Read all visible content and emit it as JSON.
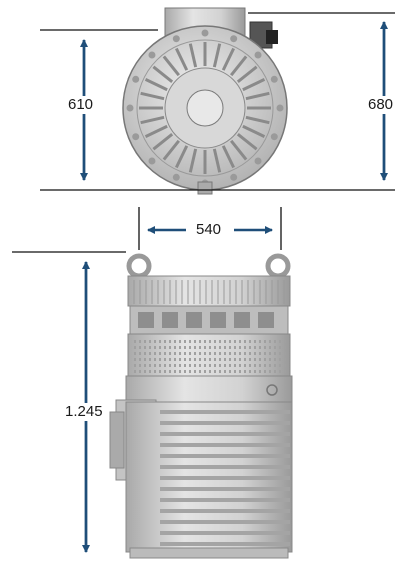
{
  "dimensions": {
    "front_height_inner": "610",
    "front_height_outer": "680",
    "width": "540",
    "side_height": "1.245"
  },
  "colors": {
    "arrow": "#1f4e79",
    "line": "#111111",
    "body_light": "#dcdcdc",
    "body_mid": "#b8b8b8",
    "body_dark": "#8a8a8a"
  }
}
